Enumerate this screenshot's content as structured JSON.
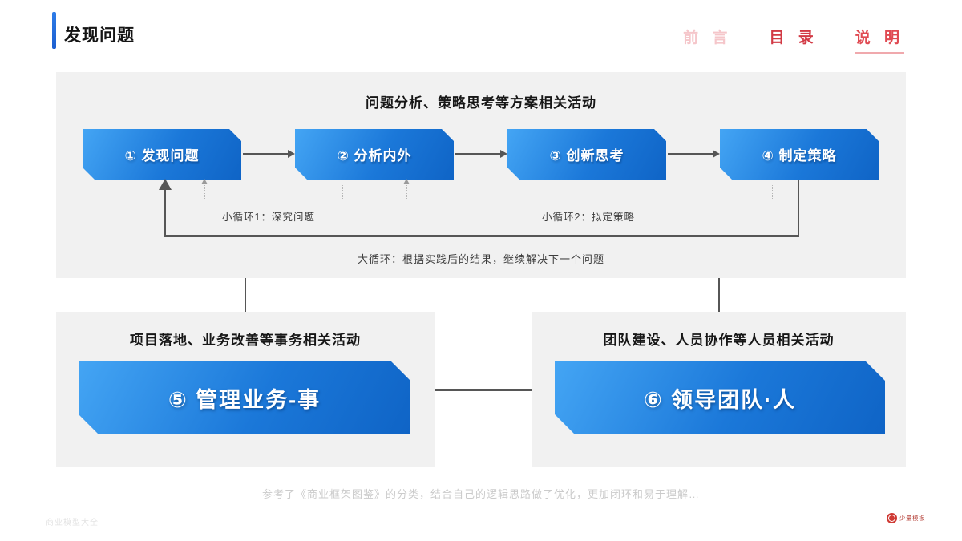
{
  "header": {
    "title": "发现问题",
    "nav": [
      {
        "label": "前 言",
        "state": "inactive"
      },
      {
        "label": "目 录",
        "state": "active"
      },
      {
        "label": "说 明",
        "state": "current"
      }
    ]
  },
  "top_panel": {
    "title": "问题分析、策略思考等方案相关活动",
    "steps": [
      {
        "label": "① 发现问题"
      },
      {
        "label": "② 分析内外"
      },
      {
        "label": "③ 创新思考"
      },
      {
        "label": "④ 制定策略"
      }
    ],
    "loop1_label": "小循环1：深究问题",
    "loop2_label": "小循环2：拟定策略",
    "big_loop_label": "大循环：根据实践后的结果，继续解决下一个问题"
  },
  "bottom_left_panel": {
    "title": "项目落地、业务改善等事务相关活动",
    "box_label": "⑤ 管理业务-事"
  },
  "bottom_right_panel": {
    "title": "团队建设、人员协作等人员相关活动",
    "box_label": "⑥ 领导团队·人"
  },
  "footnote": "参考了《商业框架图鉴》的分类，结合自己的逻辑思路做了优化，更加闭环和易于理解…",
  "footer": {
    "left_text": "商业模型大全",
    "logo_text": "少量模板"
  },
  "colors": {
    "accent_blue": "#2e7ce8",
    "nav_red": "#e04a52",
    "panel_gray": "#f1f1f1",
    "line_gray": "#565656",
    "box_blue_light": "#44a5f4",
    "box_blue_dark": "#0f64c6"
  }
}
